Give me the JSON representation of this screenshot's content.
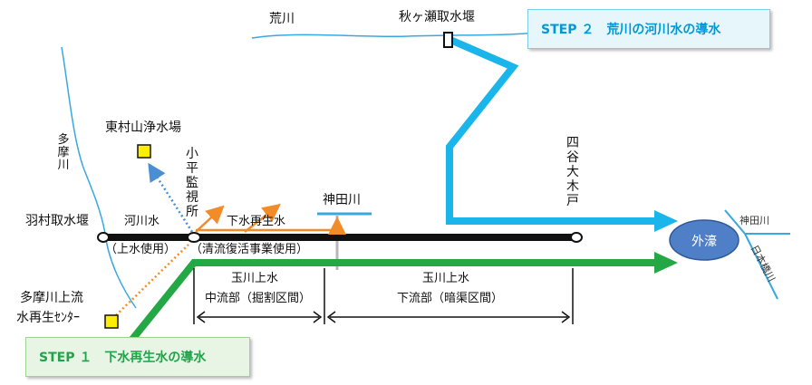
{
  "colors": {
    "step2_line": "#1ab5ea",
    "step1_line": "#23a845",
    "water_thin": "#3aa8e0",
    "canal_main": "#111111",
    "orange": "#f28c28",
    "purification_dot": "#4a8fd6",
    "plant_marker": "#ffee00",
    "sotobori": "#4f7fc6",
    "step2_box_bg": "#e6f6fb",
    "step2_box_text": "#0099d6",
    "step1_box_bg": "#e8f5e4",
    "step1_box_text": "#22a24a"
  },
  "rivers": {
    "arakawa": "荒川",
    "tamagawa": "多摩川",
    "kandagawa_center": "神田川",
    "kandagawa_right": "神田川",
    "nihonbashigawa": "日本橋川"
  },
  "facilities": {
    "akigase_weir": "秋ヶ瀬取水堰",
    "hamura_weir": "羽村取水堰",
    "higashimurayama_plant": "東村山浄水場",
    "kodaira_office": "小平監視所",
    "tamagawa_upstream_center_line1": "多摩川上流",
    "tamagawa_upstream_center_line2": "水再生ｾﾝﾀｰ",
    "yotsuya_okido": "四谷大木戸",
    "sotobori": "外濠"
  },
  "canal_labels": {
    "river_water": "河川水",
    "water_supply_use": "（上水使用）",
    "reclaimed_water": "下水再生水",
    "clean_stream_use": "（清流復活事業使用）"
  },
  "sections": {
    "middle_title": "玉川上水",
    "middle_sub": "中流部（掘割区間）",
    "lower_title": "玉川上水",
    "lower_sub": "下流部（暗渠区間）"
  },
  "steps": {
    "step2": "STEP ２　荒川の河川水の導水",
    "step1": "STEP １　下水再生水の導水"
  }
}
